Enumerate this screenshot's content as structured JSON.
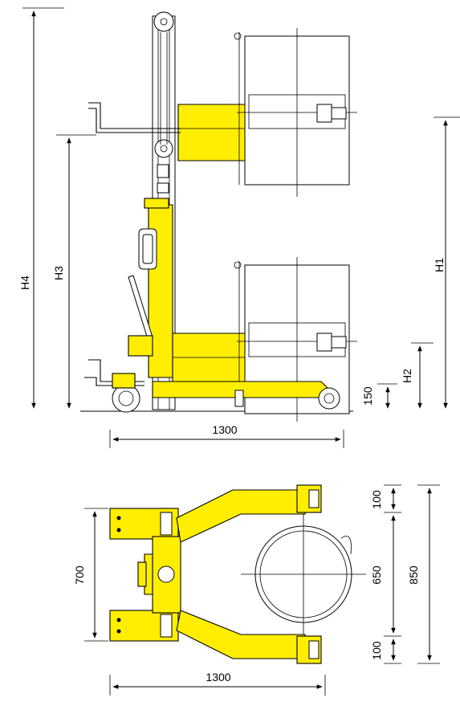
{
  "colors": {
    "machine": "#ffee00",
    "outline": "#000000",
    "background": "#ffffff"
  },
  "side_view": {
    "h4": "H4",
    "h3": "H3",
    "h1": "H1",
    "h2": "H2",
    "ground_clearance": "150",
    "length": "1300"
  },
  "top_view": {
    "inner_width": "700",
    "length": "1300",
    "arm_top": "100",
    "drum_span": "650",
    "arm_bottom": "100",
    "overall_width": "850"
  }
}
